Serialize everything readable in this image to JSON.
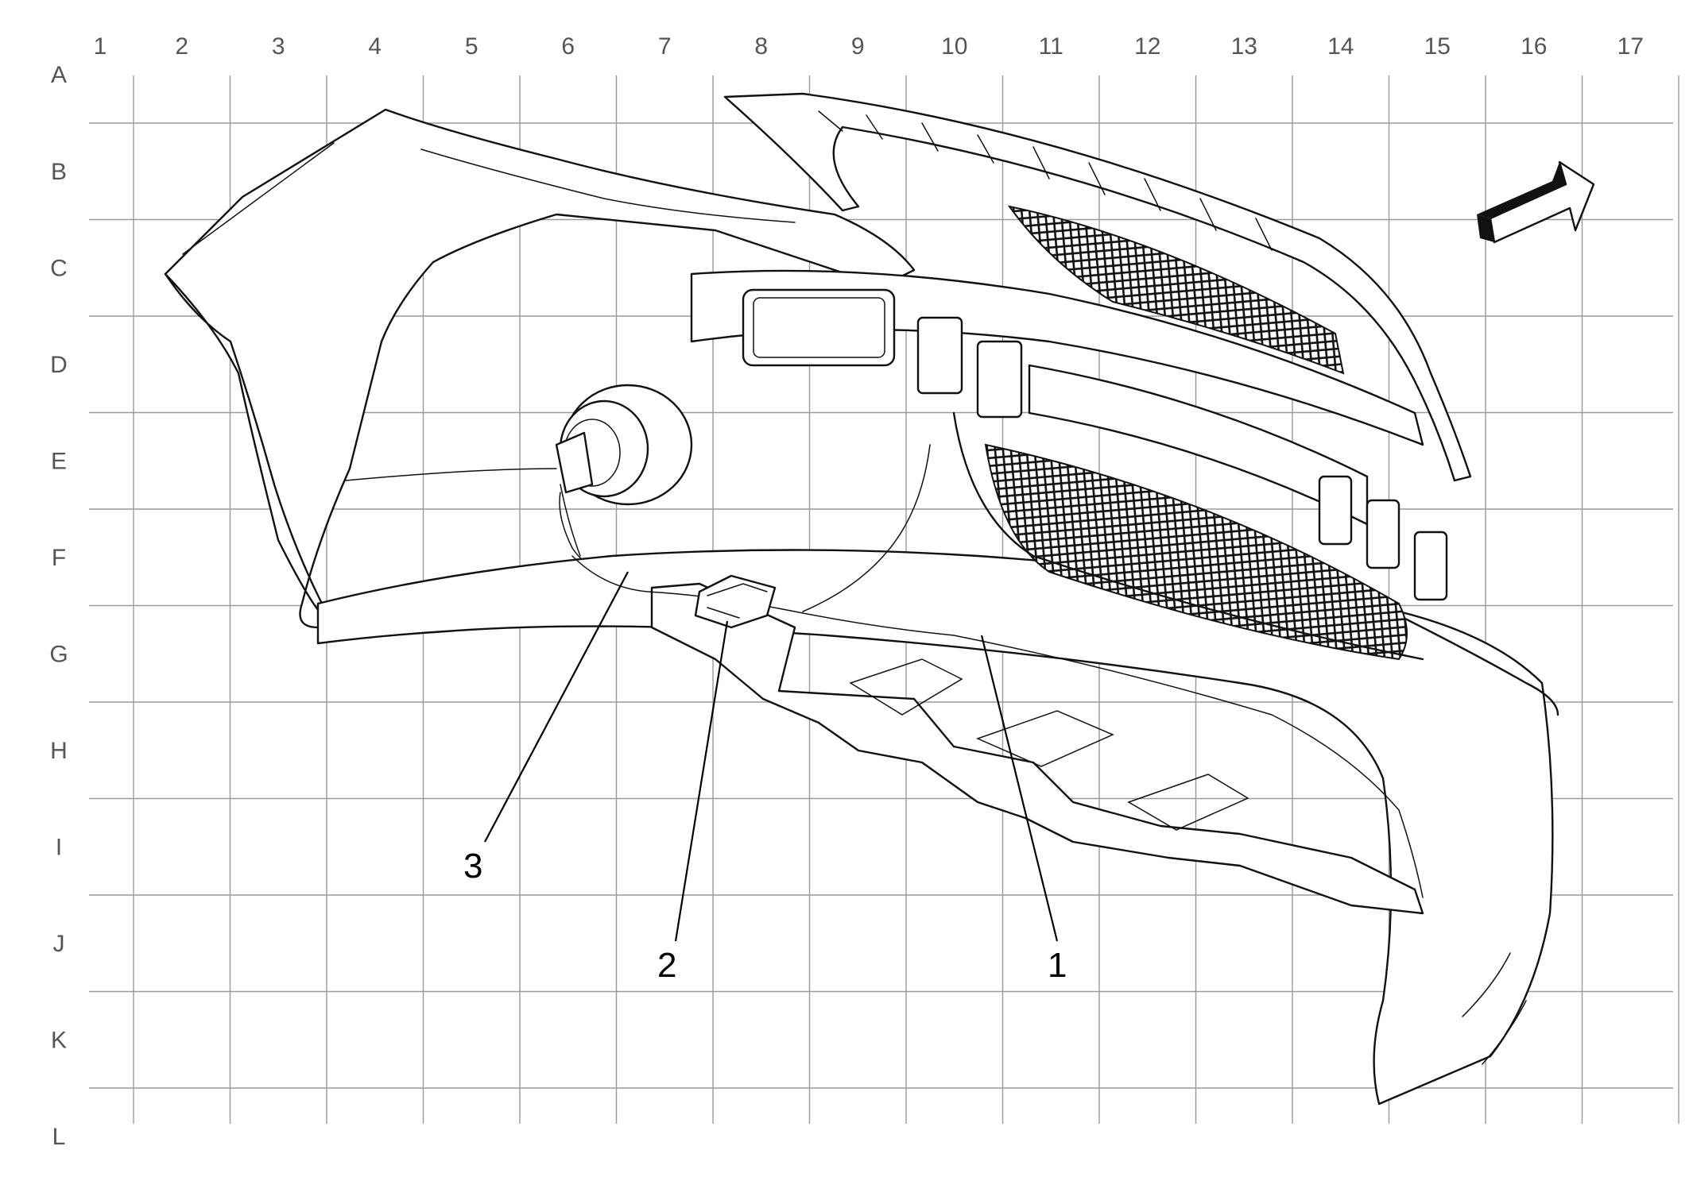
{
  "grid": {
    "columns": [
      "1",
      "2",
      "3",
      "4",
      "5",
      "6",
      "7",
      "8",
      "9",
      "10",
      "11",
      "12",
      "13",
      "14",
      "15",
      "16",
      "17"
    ],
    "rows": [
      "A",
      "B",
      "C",
      "D",
      "E",
      "F",
      "G",
      "H",
      "I",
      "J",
      "K",
      "L"
    ]
  },
  "callouts": [
    {
      "id": "callout-1",
      "label": "1"
    },
    {
      "id": "callout-2",
      "label": "2"
    },
    {
      "id": "callout-3",
      "label": "3"
    }
  ],
  "colors": {
    "line": "#111111",
    "grid": "#9a9a9a",
    "label": "#555555",
    "background": "#ffffff"
  },
  "icons": {
    "direction": "forward-arrow-icon"
  }
}
